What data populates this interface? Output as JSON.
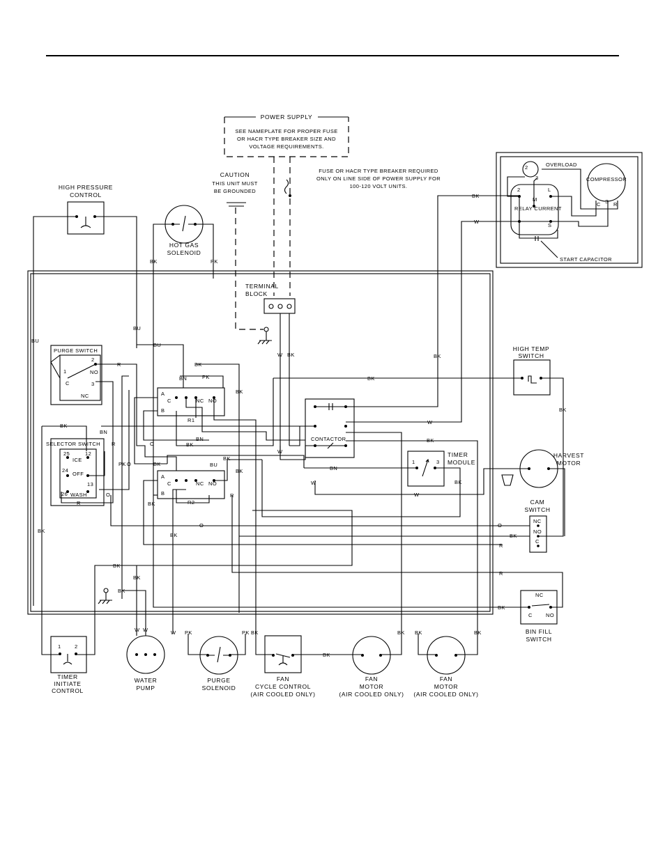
{
  "power_supply": {
    "title": "POWER SUPPLY",
    "line1": "SEE NAMEPLATE FOR PROPER FUSE",
    "line2": "OR HACR TYPE BREAKER SIZE AND",
    "line3": "VOLTAGE REQUIREMENTS."
  },
  "caution": {
    "title": "CAUTION",
    "line1": "THIS UNIT MUST",
    "line2": "BE GROUNDED"
  },
  "fuse_note": {
    "line1": "FUSE OR HACR TYPE BREAKER REQUIRED",
    "line2": "ONLY ON LINE SIDE OF POWER SUPPLY FOR",
    "line3": "100-120 VOLT UNITS."
  },
  "components": {
    "high_pressure": [
      "HIGH PRESSURE",
      "CONTROL"
    ],
    "hot_gas": [
      "HOT GAS",
      "SOLENOID"
    ],
    "terminal_block": [
      "TERMINAL",
      "BLOCK"
    ],
    "purge_switch": "PURGE SWITCH",
    "selector_switch": "SELECTOR SWITCH",
    "contactor": "CONTACTOR",
    "timer_module": [
      "TIMER",
      "MODULE"
    ],
    "high_temp": [
      "HIGH TEMP",
      "SWITCH"
    ],
    "harvest_motor": [
      "HARVEST",
      "MOTOR"
    ],
    "cam_switch": [
      "CAM",
      "SWITCH"
    ],
    "bin_fill": [
      "BIN FILL",
      "SWITCH"
    ],
    "timer_initiate": [
      "TIMER",
      "INITIATE",
      "CONTROL"
    ],
    "water_pump": [
      "WATER",
      "PUMP"
    ],
    "purge_solenoid": [
      "PURGE",
      "SOLENOID"
    ],
    "fan_cycle": [
      "FAN",
      "CYCLE CONTROL",
      "(AIR COOLED ONLY)"
    ],
    "fan_motor_1": [
      "FAN",
      "MOTOR",
      "(AIR COOLED ONLY)"
    ],
    "fan_motor_2": [
      "FAN",
      "MOTOR",
      "(AIR COOLED ONLY)"
    ],
    "overload": "OVERLOAD",
    "compressor": "COMPRESSOR",
    "relay_current": "RELAY CURRENT",
    "start_capacitor": "START CAPACITOR",
    "relay_r1": "R1",
    "relay_r2": "R2"
  },
  "terminals": {
    "a": "A",
    "b": "B",
    "c": "C",
    "nc": "NC",
    "no": "NO",
    "ice": "ICE",
    "off": "OFF",
    "wash": "WASH",
    "n1": "1",
    "n2": "2",
    "n3": "3",
    "n12": "12",
    "n13": "13",
    "n24": "24",
    "n25": "25",
    "n26": "26",
    "m": "M",
    "l": "L",
    "s": "S",
    "r": "R"
  },
  "wire_codes": {
    "bk": "BK",
    "w": "W",
    "r": "R",
    "o": "O",
    "bu": "BU",
    "bn": "BN",
    "pk": "PK"
  }
}
